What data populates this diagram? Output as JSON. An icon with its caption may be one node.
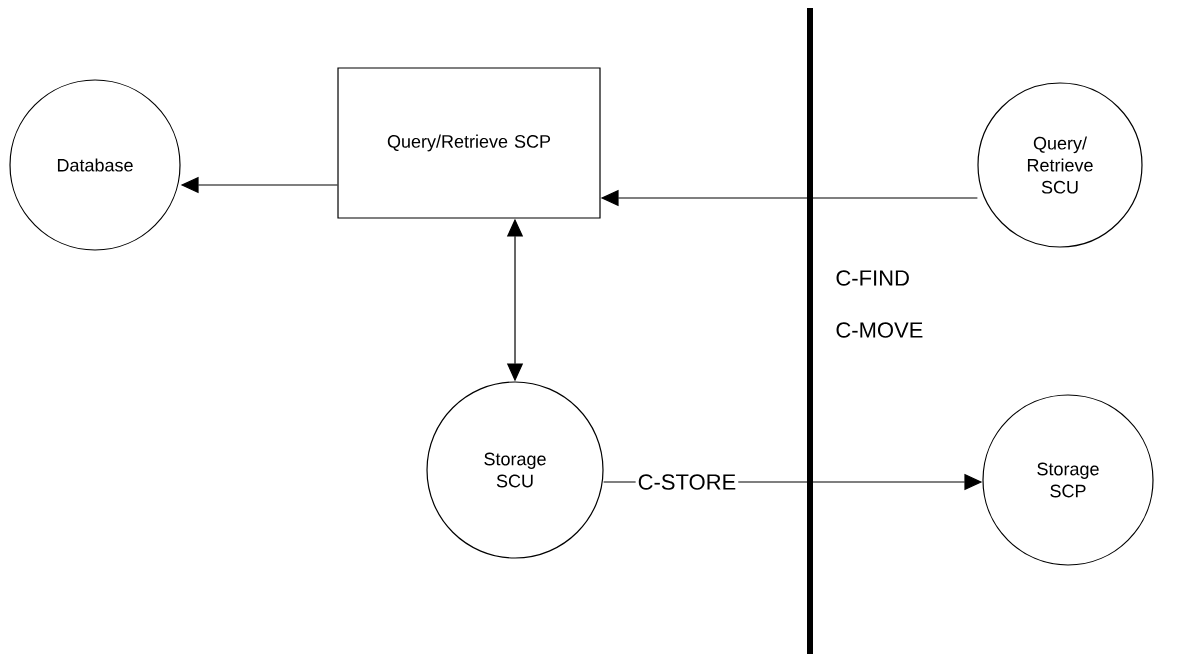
{
  "diagram": {
    "nodes": [
      {
        "text": [
          "Database"
        ]
      },
      {
        "text": [
          "Query/Retrieve SCP"
        ]
      },
      {
        "text": [
          "Query/ Retrieve SCU"
        ]
      },
      {
        "text": [
          "Storage SCU"
        ]
      },
      {
        "text": [
          "Storage SCP"
        ]
      }
    ],
    "edges": [
      {
        "from": 1,
        "to": 0,
        "arrow": "to"
      },
      {
        "from": 2,
        "to": 1,
        "arrow": "to"
      },
      {
        "from": 1,
        "to": 3,
        "arrow": "both"
      },
      {
        "from": 3,
        "to": 4,
        "arrow": "to",
        "label": "C-STORE"
      }
    ],
    "labels": [
      "C-FIND",
      "C-MOVE"
    ]
  }
}
